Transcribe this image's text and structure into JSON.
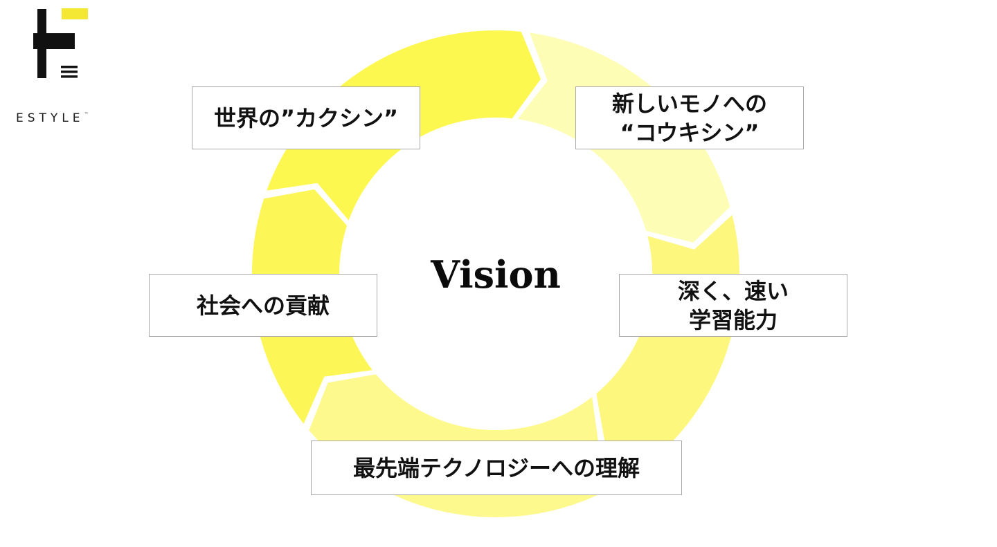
{
  "logo": {
    "icon": "estyle-logo-mark",
    "brand": "ESTYLE",
    "trademark": "™",
    "colors": {
      "mark": "#111111",
      "accent": "#f5e834"
    }
  },
  "diagram": {
    "center_label": "Vision",
    "nodes": [
      {
        "id": "world",
        "label": "世界の”カクシン”"
      },
      {
        "id": "new",
        "label": "新しいモノへの\n“コウキシン”"
      },
      {
        "id": "learn",
        "label": "深く、速い\n学習能力"
      },
      {
        "id": "tech",
        "label": "最先端テクノロジーへの理解"
      },
      {
        "id": "society",
        "label": "社会への貢献"
      }
    ],
    "segment_colors": [
      "#fdf84f",
      "#fefdb6",
      "#fdf87d",
      "#fef98c",
      "#fcf657"
    ]
  }
}
